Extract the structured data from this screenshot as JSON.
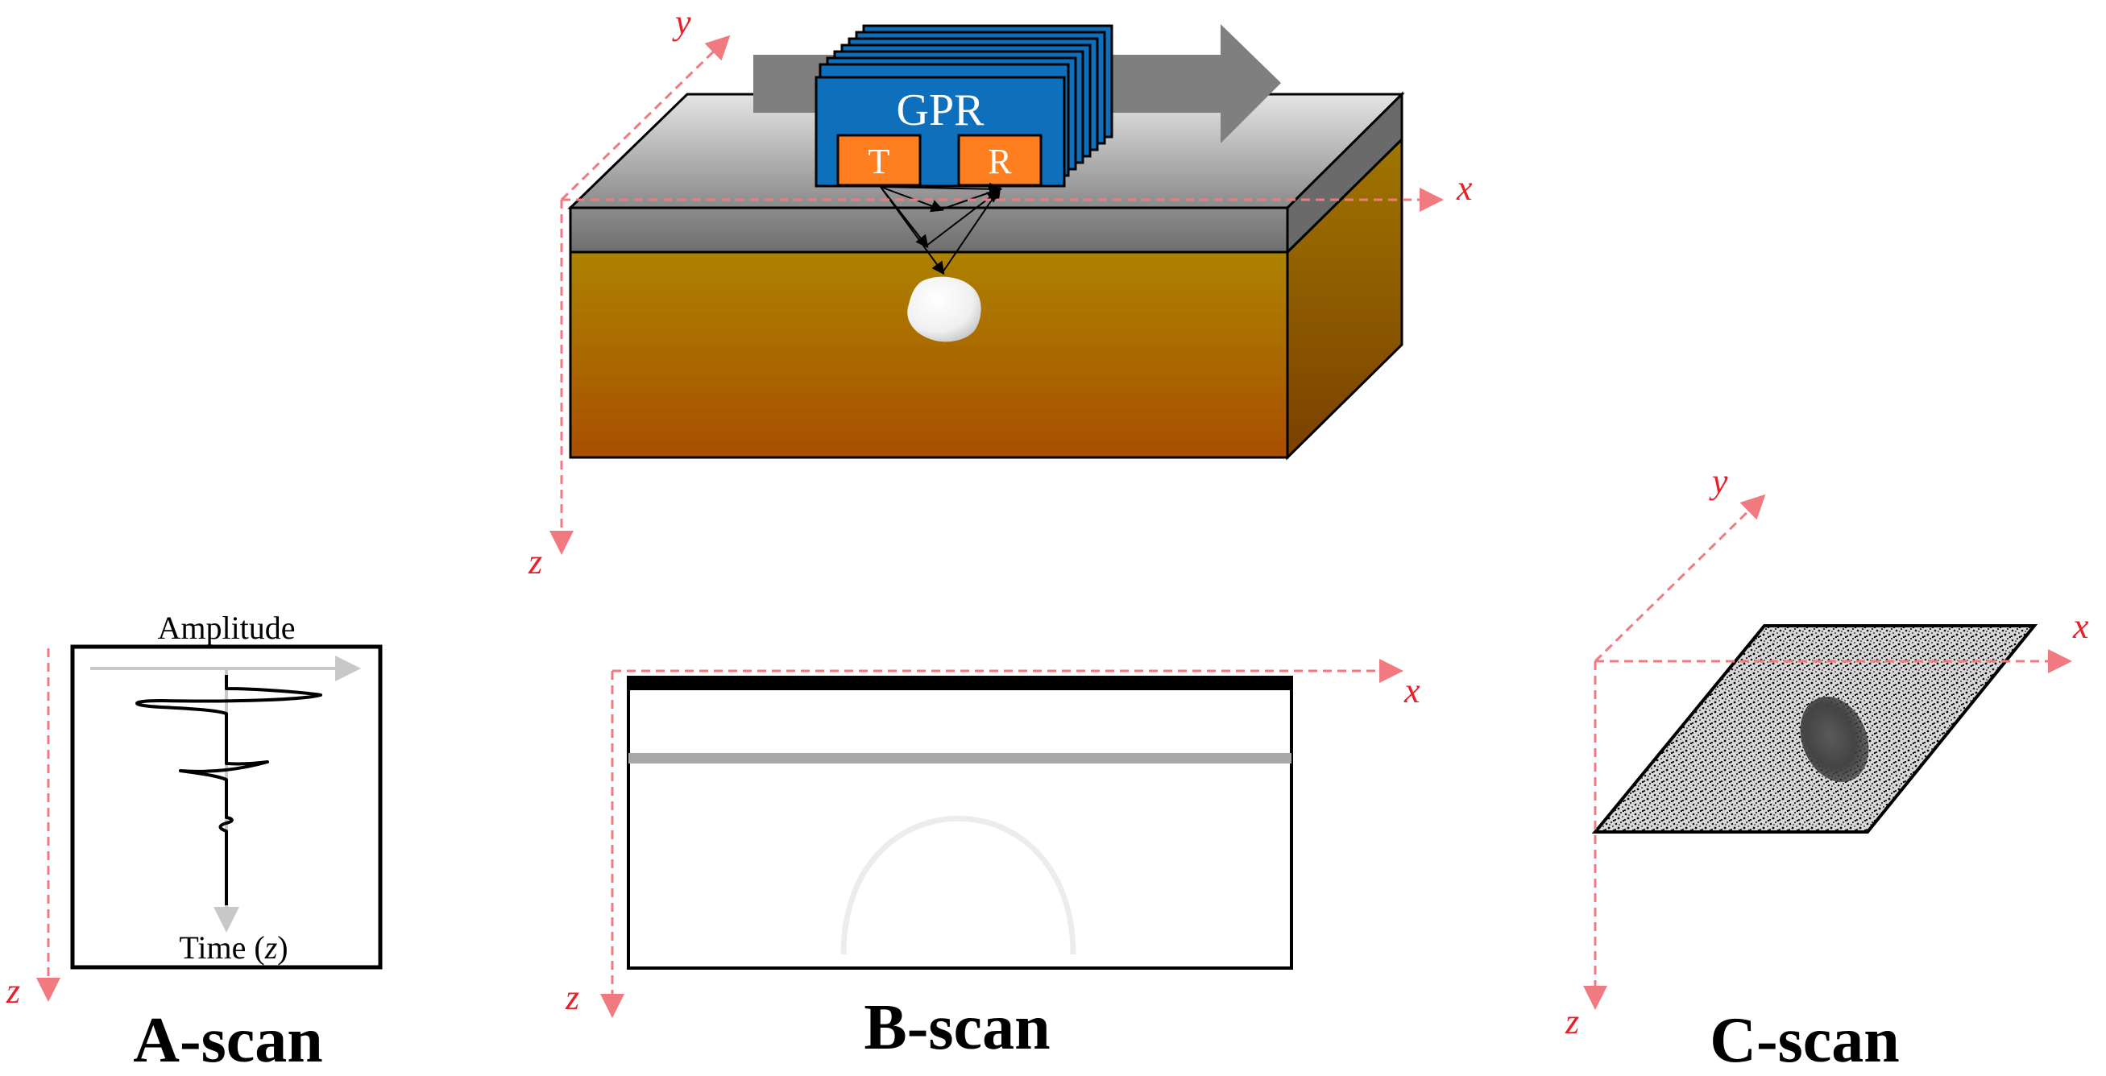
{
  "device": {
    "title": "GPR",
    "transmitter": "T",
    "receiver": "R"
  },
  "axes": {
    "x": "x",
    "y": "y",
    "z": "z"
  },
  "ascan": {
    "caption": "A-scan",
    "top_label": "Amplitude",
    "bottom_label_prefix": "Time (",
    "bottom_label_var": "z",
    "bottom_label_suffix": ")"
  },
  "bscan": {
    "caption": "B-scan"
  },
  "cscan": {
    "caption": "C-scan"
  },
  "colors": {
    "axis": "#f07a80",
    "axis_label": "#e8202a",
    "gpr_blue": "#0e6fbd",
    "antenna_orange": "#ff7e1f",
    "arrow_gray": "#7f7f7f"
  }
}
